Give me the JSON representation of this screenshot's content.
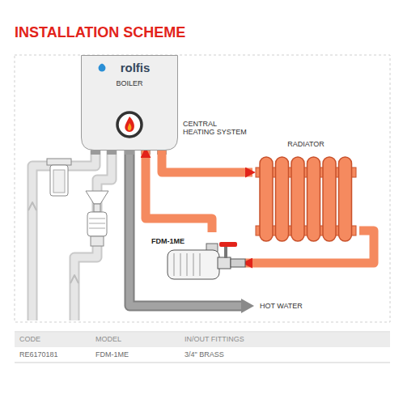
{
  "diagram": {
    "title": "INSTALLATION SCHEME",
    "nodes": [
      {
        "text": [
          "rolfis",
          "BOILER"
        ]
      },
      {
        "text": [
          "RADIATOR"
        ]
      },
      {
        "text": [
          "FDM-1ME"
        ]
      }
    ],
    "edges": [
      {
        "from": 0,
        "to": 1,
        "arrow": "to"
      },
      {
        "from": 1,
        "to": 2,
        "arrow": "to"
      },
      {
        "from": 2,
        "to": 0,
        "arrow": "to"
      }
    ],
    "labels": [
      "CENTRAL HEATING SYSTEM",
      "HOT WATER",
      "CODE",
      "MODEL",
      "IN/OUT FITTINGS",
      "RE6170181",
      "FDM-1ME",
      "3/4\" BRASS"
    ]
  }
}
